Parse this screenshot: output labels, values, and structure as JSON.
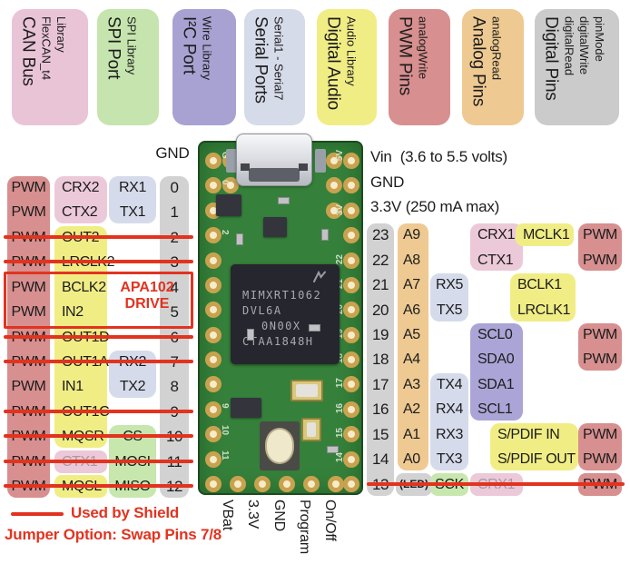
{
  "colors": {
    "pink": "#ecc9d8",
    "yellow": "#f1ed85",
    "blue": "#d6dbeb",
    "green": "#c8e7ae",
    "purple": "#aaa5d6",
    "orange": "#eeca92",
    "gray": "#d2d2d2",
    "salmon": "#d78f8f",
    "red": "#e2331f",
    "text": "#1c1c1c",
    "muted_text": "#a59aa1",
    "pcb_green": "#35803a",
    "pad_gold": "#c9a24f"
  },
  "legend_cards": [
    {
      "title": "CAN Bus",
      "lines": [
        "FlexCAN_t4",
        "Library"
      ],
      "color": "#e9c4d6"
    },
    {
      "title": "SPI Port",
      "lines": [
        "SPI Library"
      ],
      "color": "#c6e4ae"
    },
    {
      "title": "I²C Port",
      "lines": [
        "Wire Library"
      ],
      "color": "#a8a2d3"
    },
    {
      "title": "Serial Ports",
      "lines": [
        "Serial1 - Serial7"
      ],
      "color": "#d6dbe9"
    },
    {
      "title": "Digital Audio",
      "lines": [
        "Audio Library"
      ],
      "color": "#f1ed85"
    },
    {
      "title": "PWM Pins",
      "lines": [
        "analogWrite"
      ],
      "color": "#d78f8f"
    },
    {
      "title": "Analog Pins",
      "lines": [
        "analogRead"
      ],
      "color": "#eeca92"
    },
    {
      "title": "Digital Pins",
      "lines": [
        "digitalRead",
        "digitalWrite",
        "pinMode"
      ],
      "color": "#cbcbcb"
    }
  ],
  "left_table": {
    "gnd_header": "GND",
    "rows": [
      {
        "num": "0",
        "pwm": "PWM",
        "col2": "CRX2",
        "col3": "RX1",
        "struck": false
      },
      {
        "num": "1",
        "pwm": "PWM",
        "col2": "CTX2",
        "col3": "TX1",
        "struck": false
      },
      {
        "num": "2",
        "pwm": "PWM",
        "col2": "OUT2",
        "struck": true
      },
      {
        "num": "3",
        "pwm": "PWM",
        "col2": "LRCLK2",
        "struck": true
      },
      {
        "num": "4",
        "pwm": "PWM",
        "col2": "BCLK2",
        "struck": false
      },
      {
        "num": "5",
        "pwm": "PWM",
        "col2": "IN2",
        "struck": false
      },
      {
        "num": "6",
        "pwm": "PWM",
        "col2": "OUT1D",
        "struck": true
      },
      {
        "num": "7",
        "pwm": "PWM",
        "col2": "OUT1A",
        "col3": "RX2",
        "struck": true
      },
      {
        "num": "8",
        "pwm": "PWM",
        "col2": "IN1",
        "col3": "TX2",
        "struck": false
      },
      {
        "num": "9",
        "pwm": "PWM",
        "col2": "OUT1C",
        "struck": true
      },
      {
        "num": "10",
        "pwm": "PWM",
        "col2": "MQSR",
        "col3": "CS",
        "struck": true
      },
      {
        "num": "11",
        "pwm": "PWM",
        "col2": "CTX1",
        "col3": "MOSI",
        "struck": true
      },
      {
        "num": "12",
        "pwm": "PWM",
        "col2": "MQSL",
        "col3": "MISO",
        "struck": true
      }
    ],
    "apa_note": {
      "line1": "APA102",
      "line2": "DRIVE"
    }
  },
  "right_table": {
    "vin_label": "Vin  (3.6 to 5.5 volts)",
    "gnd_label": "GND",
    "v33_label": "3.3V (250 mA max)",
    "rows": [
      {
        "num": "23",
        "analog": "A9",
        "col4": "CRX1",
        "col5": "MCLK1",
        "pwm": "PWM",
        "struck": false
      },
      {
        "num": "22",
        "analog": "A8",
        "col4": "CTX1",
        "pwm": "PWM",
        "struck": false
      },
      {
        "num": "21",
        "analog": "A7",
        "col3": "RX5",
        "col5": "BCLK1",
        "struck": false
      },
      {
        "num": "20",
        "analog": "A6",
        "col3": "TX5",
        "col5": "LRCLK1",
        "struck": false
      },
      {
        "num": "19",
        "analog": "A5",
        "col4": "SCL0",
        "pwm": "PWM",
        "struck": false
      },
      {
        "num": "18",
        "analog": "A4",
        "col4": "SDA0",
        "pwm": "PWM",
        "struck": false
      },
      {
        "num": "17",
        "analog": "A3",
        "col3": "TX4",
        "col4": "SDA1",
        "struck": false
      },
      {
        "num": "16",
        "analog": "A2",
        "col3": "RX4",
        "col4": "SCL1",
        "struck": false
      },
      {
        "num": "15",
        "analog": "A1",
        "col3": "RX3",
        "col5": "S/PDIF IN",
        "pwm": "PWM",
        "struck": false
      },
      {
        "num": "14",
        "analog": "A0",
        "col3": "TX3",
        "col5": "S/PDIF OUT",
        "pwm": "PWM",
        "struck": false
      },
      {
        "num": "13",
        "analog": "(LED)",
        "col3": "SCK",
        "col4": "CRX1",
        "pwm": "PWM",
        "struck": true
      }
    ]
  },
  "board": {
    "chip_lines": [
      "MIMXRT1062",
      "DVL6A",
      "0N00X",
      "CTAA1848H"
    ],
    "silk_left": [
      "G",
      "0",
      "2",
      "9",
      "10",
      "11"
    ],
    "silk_right": [
      "5V",
      "3V",
      "22",
      "21",
      "20",
      "19",
      "18",
      "17",
      "16",
      "15",
      "14"
    ],
    "bottom_labels": [
      "VBat",
      "3.3V",
      "GND",
      "Program",
      "On/Off"
    ]
  },
  "footer": {
    "used_by_shield": "Used by Shield",
    "jumper_note": "Jumper Option: Swap Pins 7/8"
  }
}
